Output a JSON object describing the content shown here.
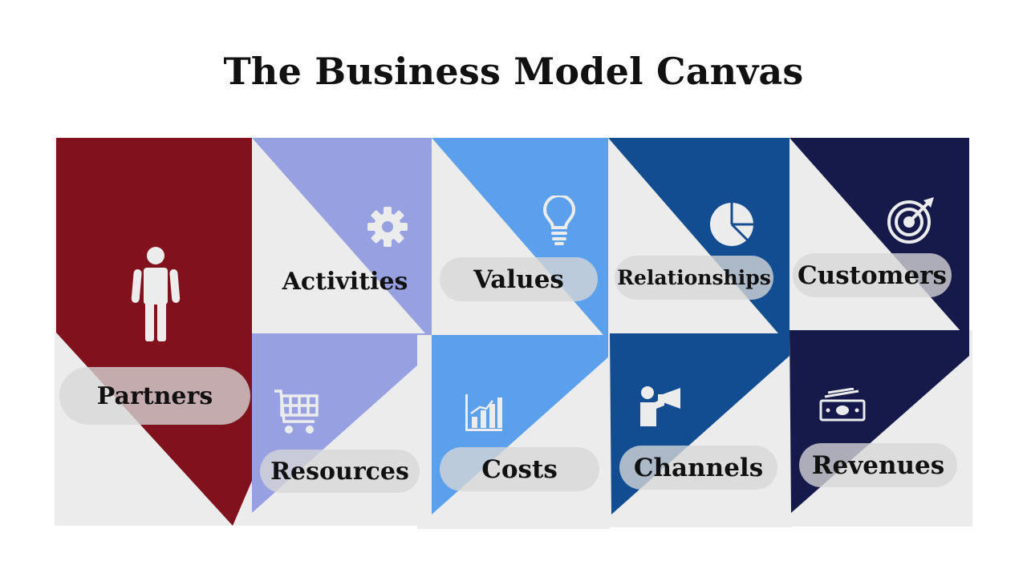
{
  "title": "The Business Model Canvas",
  "colors": {
    "gray": "#ececec",
    "partners": "#82111e",
    "activities": "#97a1e2",
    "values": "#5aa0ec",
    "relationships": "#124d92",
    "customers": "#151a4b",
    "pill": "#d6d6d6"
  },
  "blocks": {
    "partners": {
      "label": "Partners",
      "icon": "person-icon"
    },
    "activities": {
      "label": "Activities",
      "icon": "gear-icon"
    },
    "resources": {
      "label": "Resources",
      "icon": "shopping-cart-icon"
    },
    "values": {
      "label": "Values",
      "icon": "lightbulb-icon"
    },
    "costs": {
      "label": "Costs",
      "icon": "bar-chart-icon"
    },
    "relationships": {
      "label": "Relationships",
      "icon": "pie-chart-icon"
    },
    "channels": {
      "label": "Channels",
      "icon": "megaphone-icon"
    },
    "customers": {
      "label": "Customers",
      "icon": "target-icon"
    },
    "revenues": {
      "label": "Revenues",
      "icon": "money-icon"
    }
  }
}
